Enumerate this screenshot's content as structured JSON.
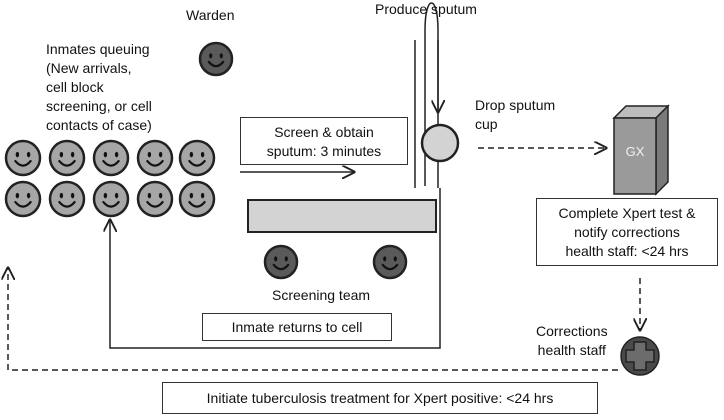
{
  "labels": {
    "warden": "Warden",
    "produce_sputum": "Produce sputum",
    "inmates_queuing": "Inmates queuing\n(New arrivals,\ncell block\nscreening, or cell\ncontacts of case)",
    "drop_sputum_cup": "Drop sputum\ncup",
    "screening_team": "Screening team",
    "corrections_health_staff": "Corrections\nhealth staff"
  },
  "boxes": {
    "screen_obtain": "Screen & obtain\nsputum: 3 minutes",
    "xpert_test": "Complete Xpert test &\nnotify corrections\nhealth staff: <24 hrs",
    "inmate_returns": "Inmate returns to cell",
    "initiate_treatment": "Initiate tuberculosis treatment for Xpert positive: <24 hrs"
  },
  "gx_label": "GX",
  "icons": {
    "face": "smiley-face-icon",
    "cross": "medical-cross-icon",
    "cup": "sputum-cup-icon",
    "device": "genexpert-machine-icon"
  },
  "colors": {
    "face_dark": "#5a5a5a",
    "face_light": "#a6a6a6",
    "line": "#222222",
    "box_fill": "#9a9a9a",
    "table_fill": "#d3d3d3"
  }
}
